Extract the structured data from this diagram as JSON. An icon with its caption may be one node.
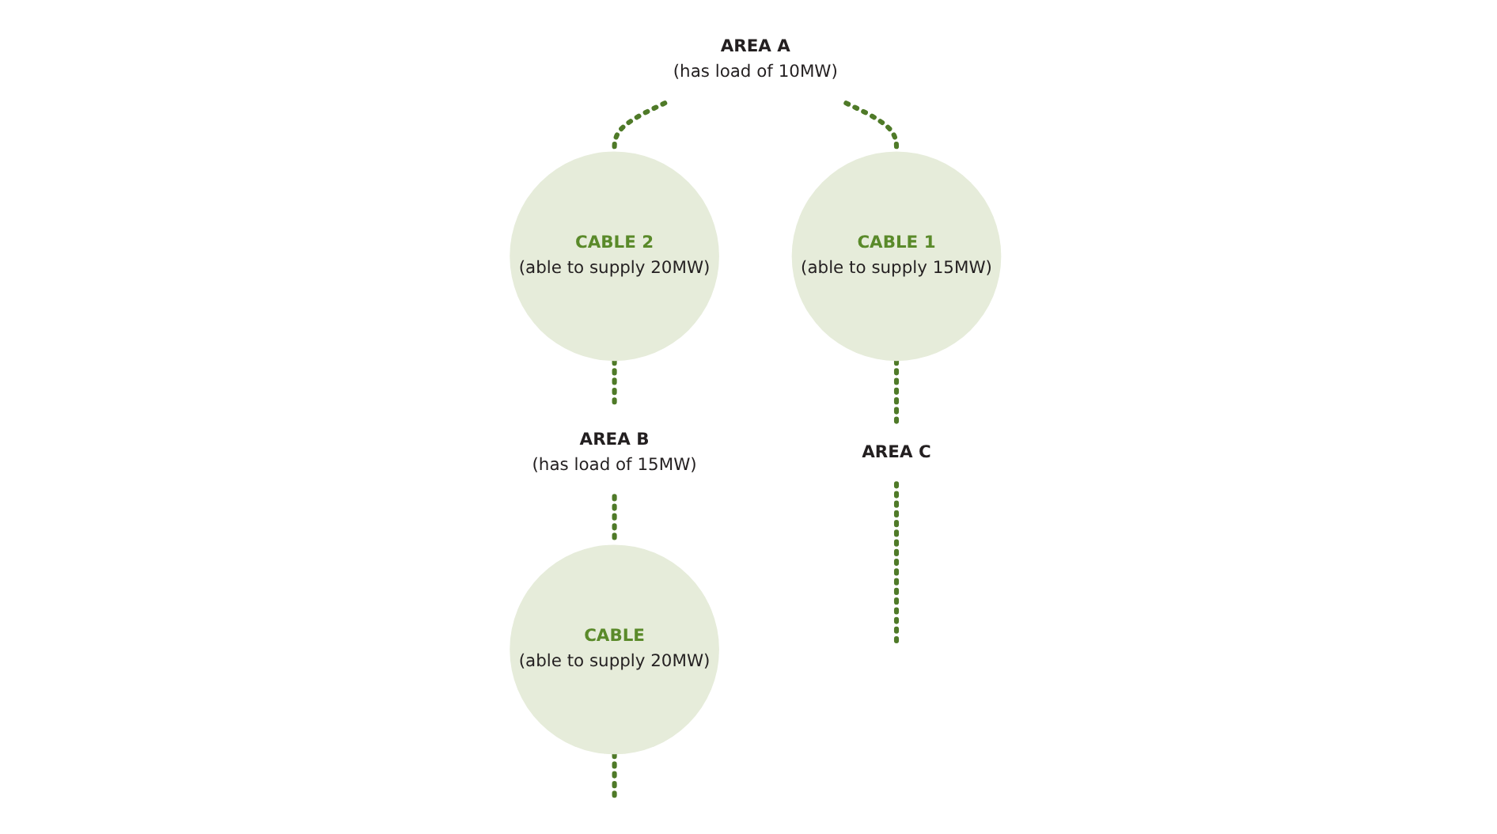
{
  "diagram": {
    "nodes": [
      {
        "text": [
          "AREA A",
          "(has load of 10MW)"
        ]
      },
      {
        "text": [
          "CABLE 2",
          "(able to supply 20MW)"
        ]
      },
      {
        "text": [
          "CABLE 1",
          "(able to supply 15MW)"
        ]
      },
      {
        "text": [
          "AREA B",
          "(has load of 15MW)"
        ]
      },
      {
        "text": [
          "AREA C"
        ]
      },
      {
        "text": [
          "CABLE",
          "(able to supply 20MW)"
        ]
      }
    ],
    "edges": [
      {
        "from": 0,
        "to": 1,
        "arrow": "none",
        "style": "dashed"
      },
      {
        "from": 1,
        "to": 3,
        "arrow": "none",
        "style": "dashed"
      },
      {
        "from": 0,
        "to": 2,
        "arrow": "none",
        "style": "dashed"
      },
      {
        "from": 2,
        "to": 4,
        "arrow": "none",
        "style": "dashed"
      },
      {
        "from": 3,
        "to": 5,
        "arrow": "none",
        "style": "dashed"
      },
      {
        "from": 5,
        "to": null,
        "arrow": "none",
        "style": "dashed"
      },
      {
        "from": 4,
        "to": null,
        "arrow": "none",
        "style": "dashed"
      }
    ]
  }
}
